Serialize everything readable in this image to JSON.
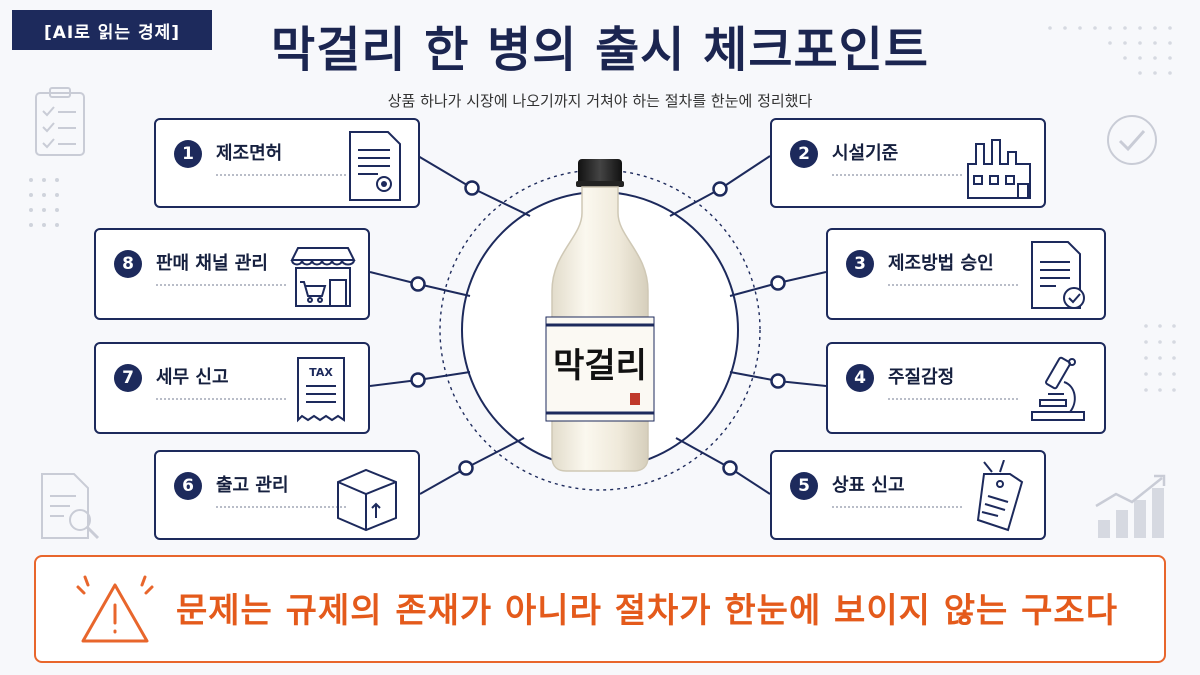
{
  "badge": "[AI로 읽는 경제]",
  "title": "막걸리 한 병의 출시 체크포인트",
  "subtitle": "상품 하나가 시장에 나오기까지 거쳐야 하는 절차를 한눈에 정리했다",
  "bottle_label": "막걸리",
  "steps": [
    {
      "num": "1",
      "label": "제조면허",
      "icon": "certificate-icon"
    },
    {
      "num": "2",
      "label": "시설기준",
      "icon": "factory-icon"
    },
    {
      "num": "3",
      "label": "제조방법 승인",
      "icon": "approved-document-icon"
    },
    {
      "num": "4",
      "label": "주질감정",
      "icon": "microscope-icon"
    },
    {
      "num": "5",
      "label": "상표 신고",
      "icon": "price-tag-icon"
    },
    {
      "num": "6",
      "label": "출고 관리",
      "icon": "box-icon"
    },
    {
      "num": "7",
      "label": "세무 신고",
      "icon": "tax-receipt-icon",
      "icon_text": "TAX"
    },
    {
      "num": "8",
      "label": "판매 채널 관리",
      "icon": "store-icon"
    }
  ],
  "warning": "문제는 규제의 존재가 아니라 절차가 한눈에 보이지 않는 구조다",
  "colors": {
    "navy": "#1d2a5c",
    "orange": "#e8662c",
    "bottle": "#f4efe2"
  }
}
